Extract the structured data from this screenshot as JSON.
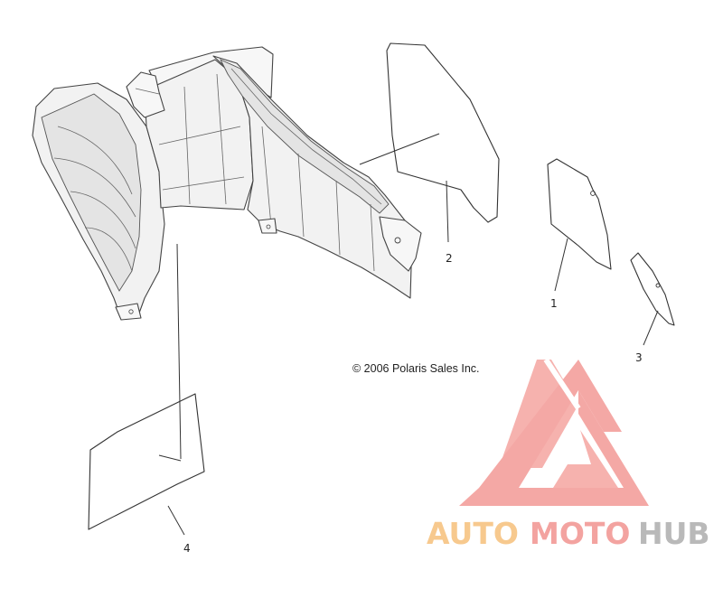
{
  "diagram": {
    "callouts": {
      "one": "1",
      "two": "2",
      "three": "3",
      "four": "4"
    },
    "copyright": "© 2006 Polaris Sales Inc."
  },
  "watermark": {
    "auto": "AUTO",
    "moto": "MOTO",
    "hub": "HUB",
    "colors": {
      "auto": "#f7c98e",
      "moto": "#f3a3a0",
      "hub": "#b9b9b9",
      "logo": "#f39a96"
    }
  }
}
